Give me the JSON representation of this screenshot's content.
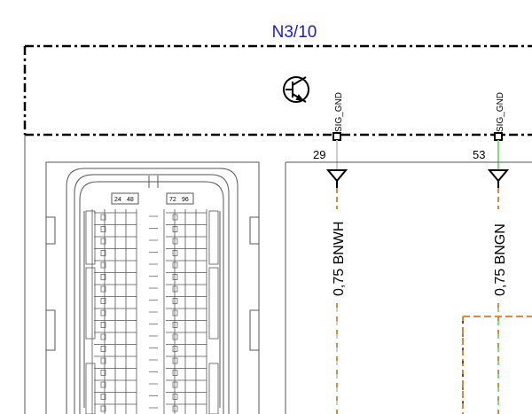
{
  "component": {
    "id": "N3/10"
  },
  "connections": [
    {
      "signal": "SIG_GND",
      "pin": "29",
      "wire": "0,75 BNWH",
      "colors": {
        "main": "#d98a3c",
        "stripe": "#cccccc"
      }
    },
    {
      "signal": "SIG_GND",
      "pin": "53",
      "wire": "0,75 BNGN",
      "colors": {
        "main": "#d98a3c",
        "stripe": "#7ce07c"
      }
    }
  ],
  "connector": {
    "labels": [
      "24",
      "48",
      "72",
      "96"
    ]
  },
  "icons": {
    "component_symbol": "transistor-icon"
  },
  "colors": {
    "title": "#1a1ad6",
    "frame": "#000000",
    "outline": "#555555",
    "wire_brown": "#d98a3c",
    "wire_green": "#7ce07c",
    "wire_white": "#cccccc"
  }
}
